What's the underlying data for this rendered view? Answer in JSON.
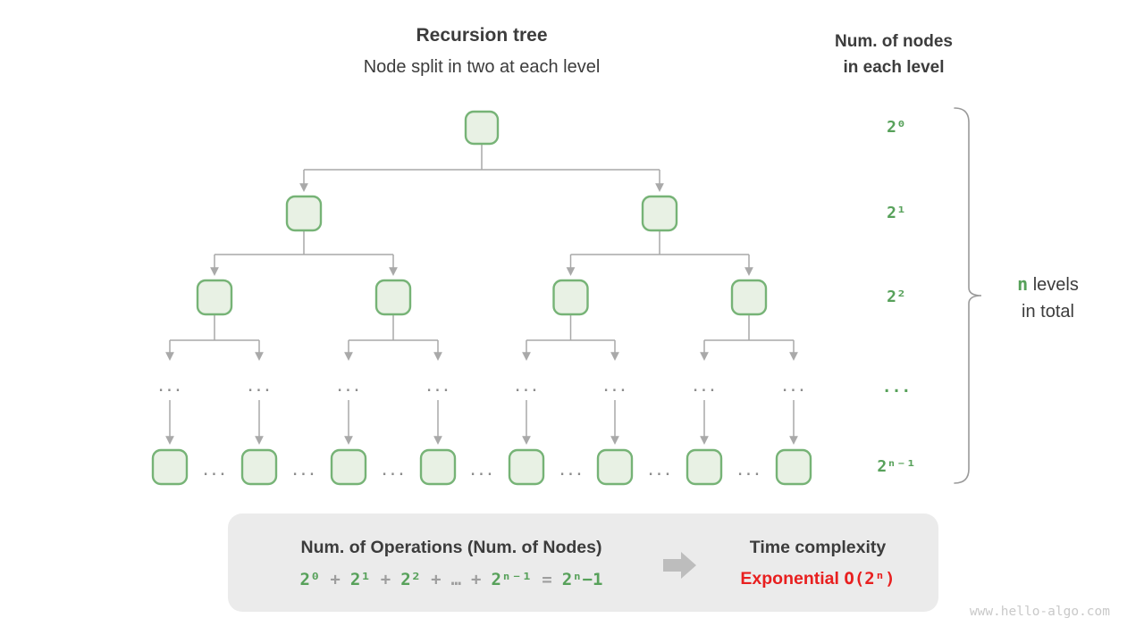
{
  "title": {
    "main": "Recursion tree",
    "subtitle": "Node split in two at each level"
  },
  "right_header": {
    "line1": "Num. of nodes",
    "line2": "in each level"
  },
  "level_labels": [
    "2⁰",
    "2¹",
    "2²",
    "...",
    "2ⁿ⁻¹"
  ],
  "tree": {
    "ellipsis": "..."
  },
  "brace_label": {
    "n": "n",
    "levels_word": "levels",
    "line2": "in total"
  },
  "summary_box": {
    "operations_title": "Num. of Operations (Num. of Nodes)",
    "formula_tokens": [
      {
        "text": "2⁰",
        "kind": "green"
      },
      {
        "text": "+",
        "kind": "gray"
      },
      {
        "text": "2¹",
        "kind": "green"
      },
      {
        "text": "+",
        "kind": "gray"
      },
      {
        "text": "2²",
        "kind": "green"
      },
      {
        "text": "+",
        "kind": "gray"
      },
      {
        "text": "…",
        "kind": "gray"
      },
      {
        "text": "+",
        "kind": "gray"
      },
      {
        "text": "2ⁿ⁻¹",
        "kind": "green"
      },
      {
        "text": "=",
        "kind": "gray"
      },
      {
        "text": "2ⁿ−1",
        "kind": "green"
      }
    ],
    "complexity_title": "Time complexity",
    "complexity_name": "Exponential",
    "complexity_value": "O(2ⁿ)"
  },
  "watermark": "www.hello-algo.com",
  "colors": {
    "green": "#57a15a",
    "node_border": "#76b376",
    "node_fill": "#e8f1e4",
    "line": "#a9a9a9",
    "dark": "#3c3c3c",
    "operator": "#9e9e9e",
    "box_bg": "#ebebeb",
    "red": "#e81f1f",
    "watermark": "#c9c9c9"
  }
}
